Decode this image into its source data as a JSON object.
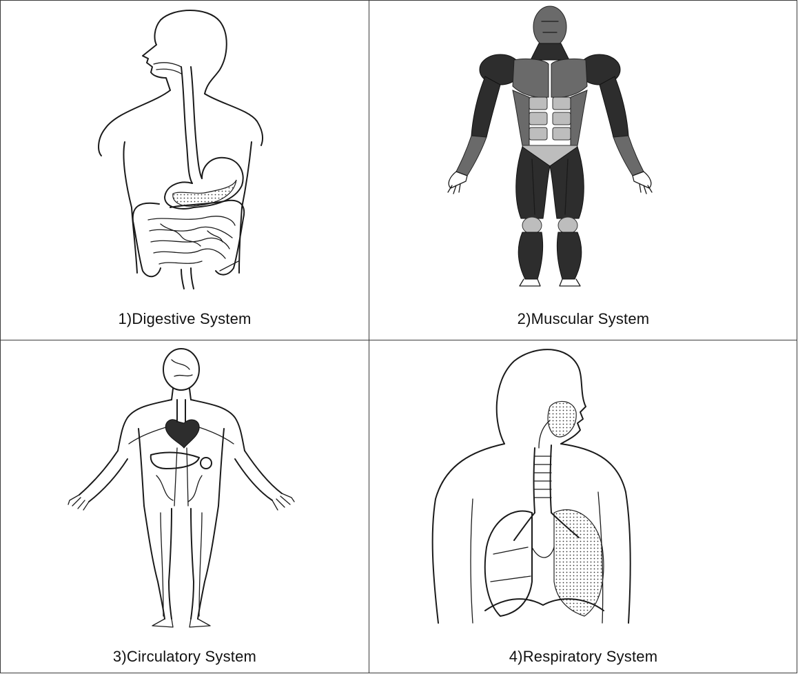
{
  "panels": [
    {
      "caption": "1)Digestive System",
      "icon": "digestive-system-illustration"
    },
    {
      "caption": "2)Muscular System",
      "icon": "muscular-system-illustration"
    },
    {
      "caption": "3)Circulatory System",
      "icon": "circulatory-system-illustration"
    },
    {
      "caption": "4)Respiratory System",
      "icon": "respiratory-system-illustration"
    }
  ]
}
